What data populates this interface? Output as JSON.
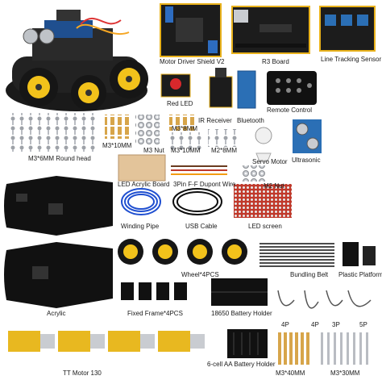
{
  "labels": {
    "motor_driver_shield": "Motor Driver Shield V2",
    "r3_board": "R3 Board",
    "line_tracking_sensor": "Line Tracking Sensor",
    "red_led": "Red LED",
    "remote_control": "Remote Control",
    "ir_receiver": "IR Receiver",
    "bluetooth": "Bluetooth",
    "m3_6mm_round_head": "M3*6MM Round head",
    "m3_10mm": "M3*10MM",
    "m3_8mm": "M3*8MM",
    "m3_nut": "M3 Nut",
    "m3_10mm_b": "M3*10MM",
    "m2_8mm": "M2*8MM",
    "servo_motor": "Servo Motor",
    "ultrasonic": "Ultrasonic",
    "m2_nut": "M2 Nut",
    "led_acrylic_board": "LED Acrylic Board",
    "dupont_wire": "3Pin F-F Dupont Wire",
    "winding_pipe": "Winding Pipe",
    "usb_cable": "USB Cable",
    "led_screen": "LED screen",
    "wheel": "Wheel*4PCS",
    "bundling_belt": "Bundling Belt",
    "plastic_platform": "Plastic Platform",
    "acrylic": "Acrylic",
    "fixed_frame": "Fixed Frame*4PCS",
    "battery_holder_18650": "18650  Battery Holder",
    "pin_4p_a": "4P",
    "pin_4p_b": "4P",
    "pin_3p": "3P",
    "pin_5p": "5P",
    "tt_motor": "TT Motor 130",
    "aa_battery_holder": "6-cell AA Battery Holder",
    "m3_40mm": "M3*40MM",
    "m3_30mm": "M3*30MM"
  },
  "colors": {
    "board_dark": "#1c1c1c",
    "board_yellow": "#e9b21c",
    "wheel_yellow": "#f2c21b",
    "tire": "#161616",
    "acrylic": "#111111",
    "brass": "#d7a54a",
    "screw": "#b9bcc2",
    "blue_board": "#2b6fb5",
    "red_led": "#d8282c",
    "led_matrix": "#c0392b",
    "motor_yellow": "#e8b820"
  }
}
